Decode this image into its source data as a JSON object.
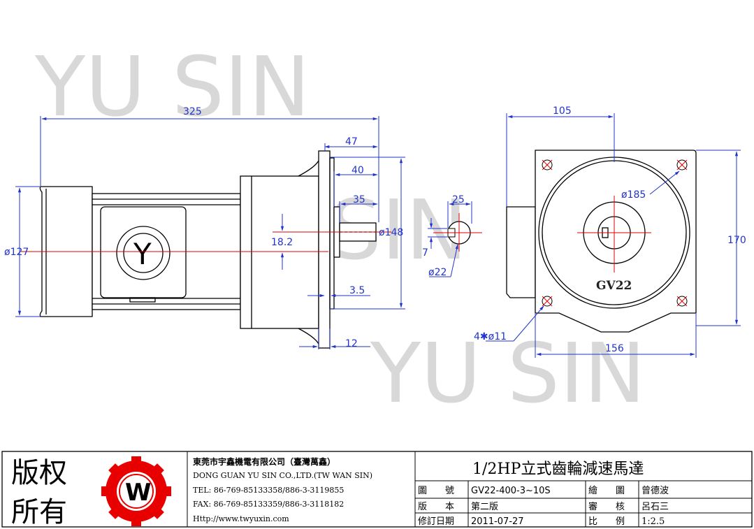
{
  "watermark": "YU SIN",
  "dimensions": {
    "length_325": "325",
    "d47": "47",
    "d40": "40",
    "d35": "35",
    "dia148": "ø148",
    "dia127": "ø127",
    "d18_2": "18.2",
    "d3_5": "3.5",
    "d12": "12",
    "d25": "25",
    "d7": "7",
    "dia22": "ø22",
    "d105": "105",
    "dia185": "ø185",
    "d170": "170",
    "holes": "4✱ø11",
    "d156": "156",
    "gv_label": "GV22"
  },
  "title_block": {
    "copyright_line1": "版权",
    "copyright_line2": "所有",
    "logo_letter": "W",
    "company_cn": "東莞市宇鑫機電有限公司（臺灣萬鑫）",
    "company_en": "DONG GUAN YU SIN CO.,LTD.(TW WAN SIN)",
    "tel": "TEL: 86-769-85133358/886-3-3119855",
    "fax": "FAX: 86-769-85133359/886-3-3118182",
    "http": "Http://www.twyuxin.com",
    "drawing_title": "1/2HP立式齒輪減速馬達",
    "label_drawing_no": "圖　　號",
    "drawing_no": "GV22-400-3~10S",
    "label_draw": "繪　　圖",
    "drawn_by": "曾德波",
    "label_version": "版　　本",
    "version": "第二版",
    "label_check": "審　　核",
    "checked_by": "呂石三",
    "label_date": "修訂日期",
    "date": "2011-07-27",
    "label_scale": "比　　例",
    "scale": "1:2.5"
  }
}
